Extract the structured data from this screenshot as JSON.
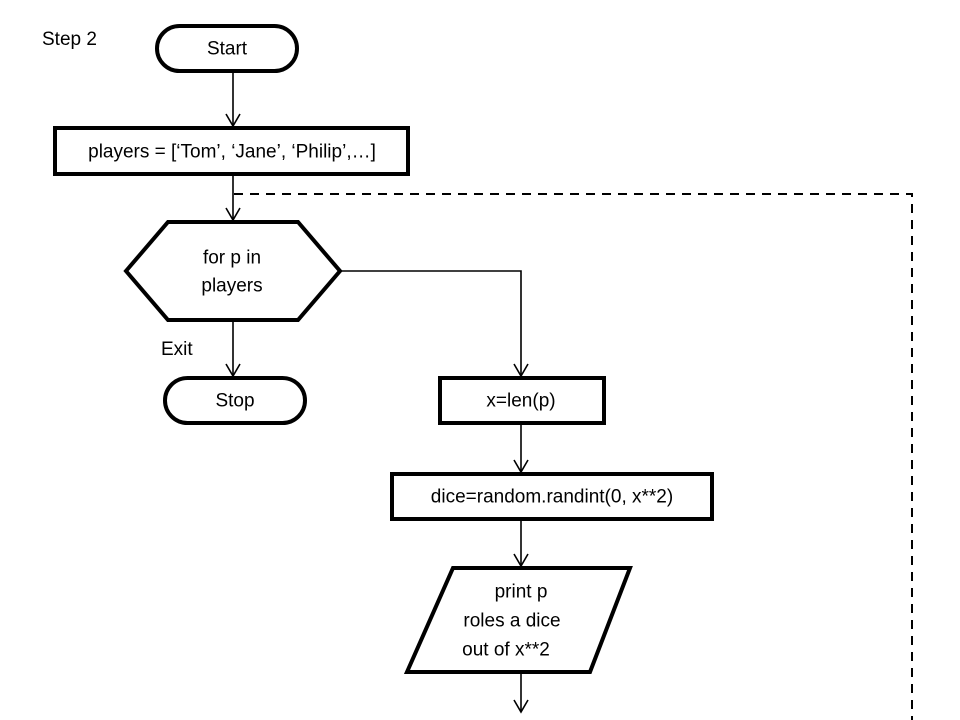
{
  "diagram": {
    "title_label": "Step 2",
    "nodes": [
      {
        "id": "start",
        "kind": "terminator",
        "text": "Start"
      },
      {
        "id": "players",
        "kind": "process",
        "text": "players = [‘Tom’, ‘Jane’, ‘Philip’,…]"
      },
      {
        "id": "loop",
        "kind": "loop-hexagon",
        "text_line1": "for p in",
        "text_line2": "players"
      },
      {
        "id": "stop",
        "kind": "terminator",
        "text": "Stop"
      },
      {
        "id": "xlen",
        "kind": "process",
        "text": "x=len(p)"
      },
      {
        "id": "dice",
        "kind": "process",
        "text": "dice=random.randint(0, x**2)"
      },
      {
        "id": "printp",
        "kind": "io-parallelogram",
        "text_line1": "print p",
        "text_line2": "roles a dice",
        "text_line3": "out of x**2"
      }
    ],
    "edge_labels": [
      {
        "id": "exit",
        "text": "Exit"
      }
    ],
    "colors": {
      "stroke": "#000000",
      "fill": "#ffffff",
      "text": "#000000"
    }
  }
}
